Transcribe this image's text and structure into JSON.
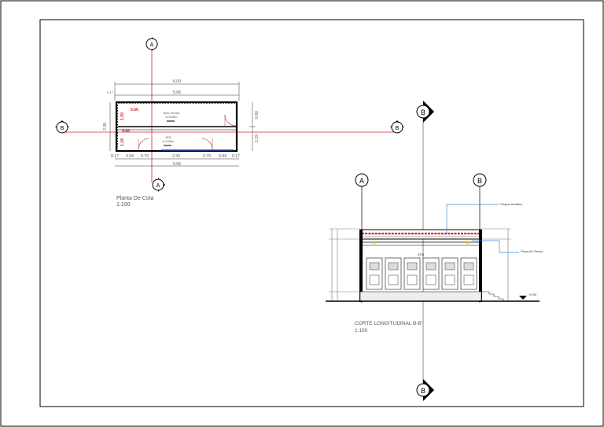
{
  "plan": {
    "title": "Planta De Cota",
    "scale": "1:100",
    "dim_overall": "6.00",
    "dim_top_inner": "5.66",
    "dim_bottom_inner": "5.66",
    "dim_left_edge_top": "0.17",
    "dim_left_height": "2.38",
    "dim_right_upper": "0.90",
    "dim_right_lower": "1.19",
    "dim_red_upper": "5.66",
    "dim_red_lower": "5.66",
    "dim_red_vert_upper": "1.00",
    "dim_red_vert_lower": "1.19",
    "bottom_dims": [
      "0.17",
      "0.94",
      "0.70",
      "2.30",
      "0.70",
      "0.94",
      "0.17"
    ],
    "room_upper_name": "Área Técnica",
    "room_upper_area": "A=5.66m²",
    "room_lower_name": "ATM",
    "room_lower_area": "A=5.66m²",
    "marker_a": "A",
    "marker_b": "B"
  },
  "section": {
    "title": "CORTE LONGITUDINAL  B-B'",
    "scale": "1:100",
    "axis_a": "A",
    "axis_b": "B",
    "callout_1": "Chapa metálica",
    "callout_2": "Placa de Gesso",
    "atm_label": "ATM",
    "level_label": "+0.00",
    "cut_marker_top": "B",
    "cut_marker_bottom": "B"
  },
  "colors": {
    "frame": "#000000",
    "section_line": "#e02020",
    "dimension": "#333333",
    "callout_line": "#3a8fd6",
    "red_text": "#e02020"
  }
}
